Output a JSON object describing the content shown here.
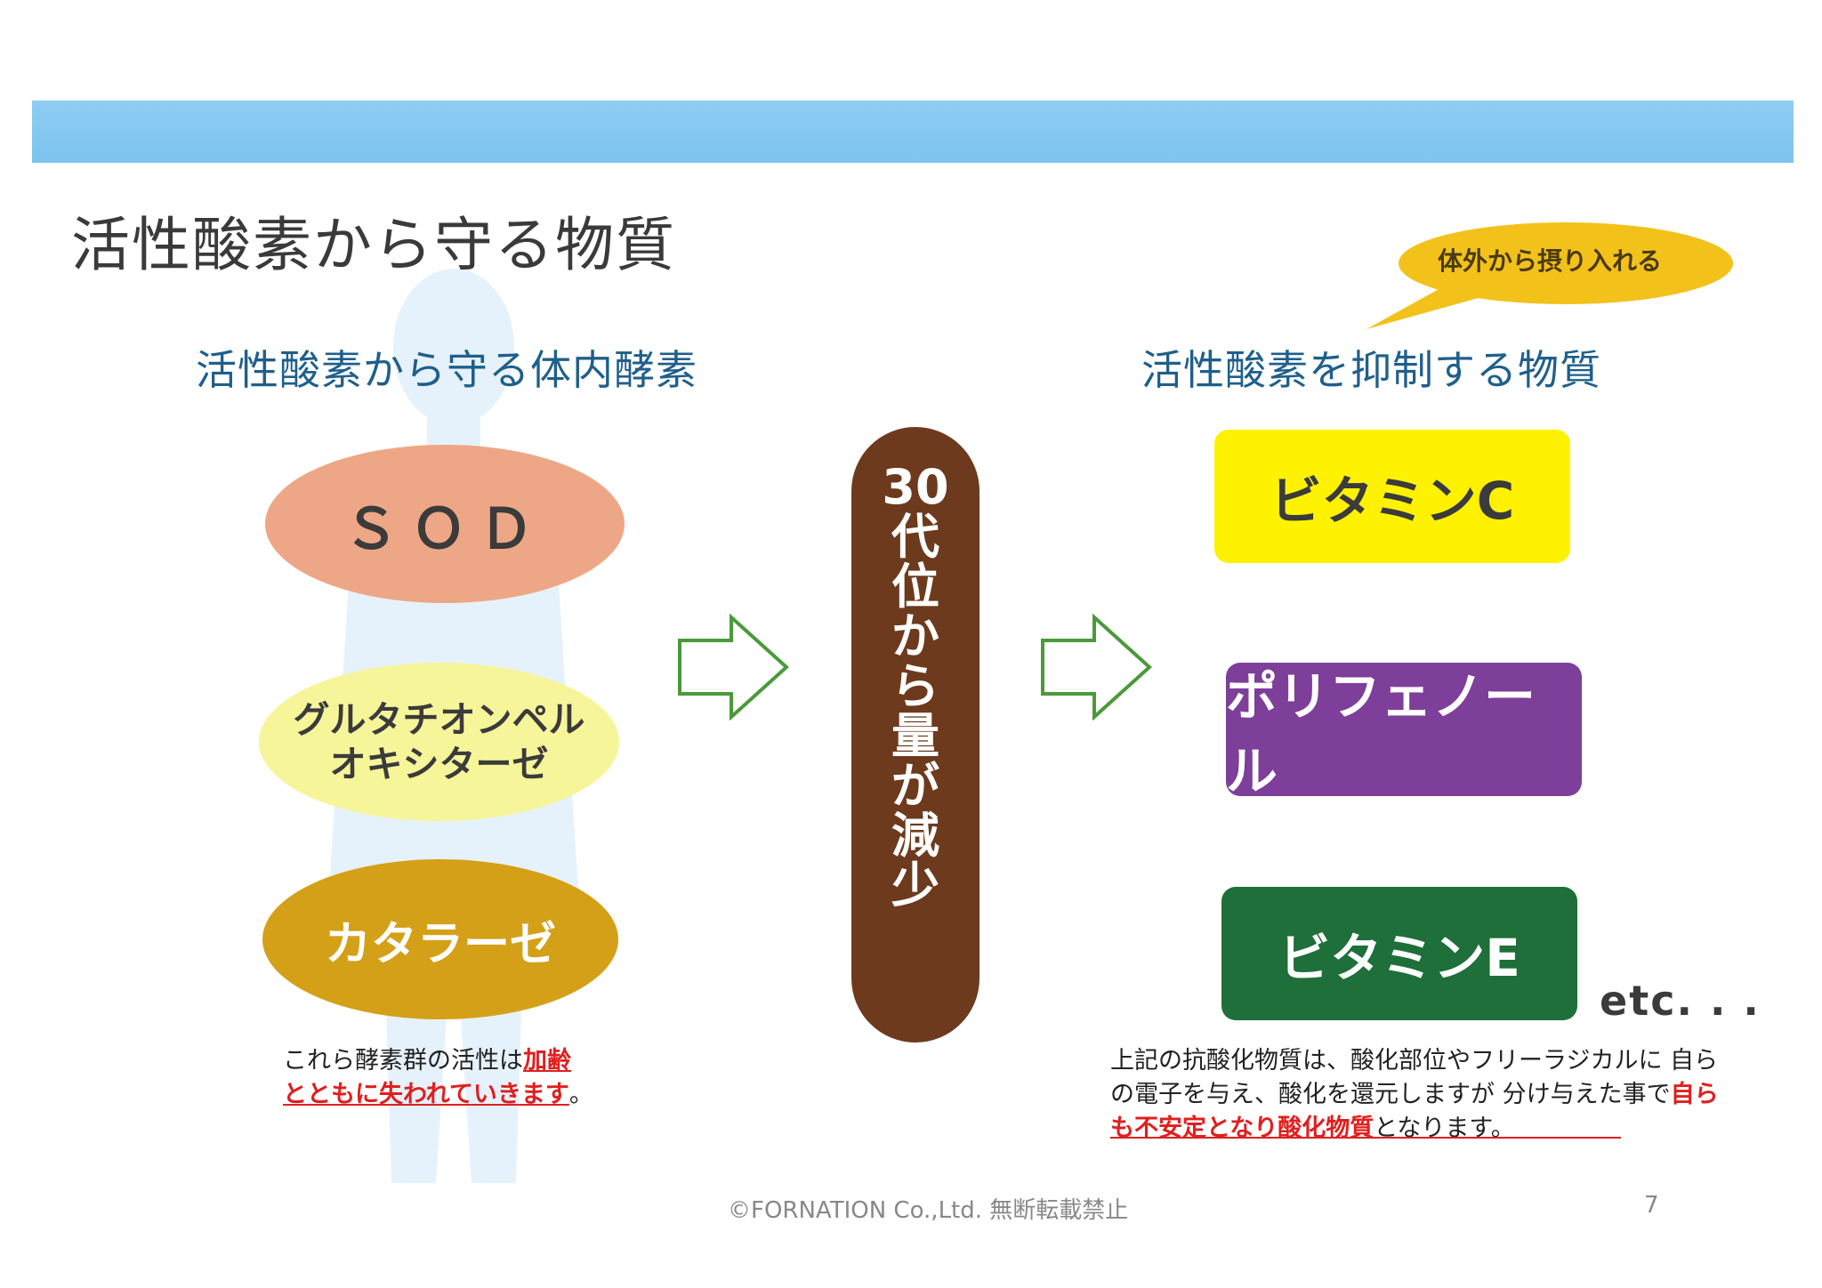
{
  "header": {
    "title": "活性酸素から守る物質"
  },
  "left": {
    "subheading": "活性酸素から守る体内酵素",
    "enzymes": [
      "ＳＯＤ",
      "グルタチオンペル",
      "オキシターゼ",
      "カタラーゼ"
    ],
    "note": {
      "part1": "これら酵素群の活性は",
      "part2": "加齢",
      "part3": "とともに失われていきます",
      "part4": "。"
    }
  },
  "center": {
    "pill_lines": [
      "30",
      "代",
      "位",
      "か",
      "ら",
      "量",
      "が",
      "減",
      "少"
    ]
  },
  "right": {
    "bubble": "体外から摂り入れる",
    "subheading": "活性酸素を抑制する物質",
    "items": [
      "ビタミンC",
      "ポリフェノール",
      "ビタミンE"
    ],
    "etc": "etc. . .",
    "note": {
      "line1": "上記の抗酸化物質は、酸化部位やフリーラジカルに 自ら",
      "line2a": "の電子を与え、酸化を還元しますが 分け与えた事で",
      "line2b": "自ら",
      "line3a": "も不安定となり酸化物質",
      "line3b": "となります。"
    }
  },
  "footer": {
    "copyright": "©FORNATION Co.,Ltd. 無断転載禁止",
    "page": "7"
  },
  "colors": {
    "band": "#7cc3ef",
    "sod": "#eea786",
    "glutathione": "#f7f59a",
    "catalase": "#d4a017",
    "pill": "#6d3a1e",
    "arrow": "#4a9a3a",
    "bubble": "#f2c21a",
    "vitamin_c": "#fff200",
    "polyphenol": "#7d3f99",
    "vitamin_e": "#1e6f3a",
    "emphasis": "#e01f1f"
  }
}
